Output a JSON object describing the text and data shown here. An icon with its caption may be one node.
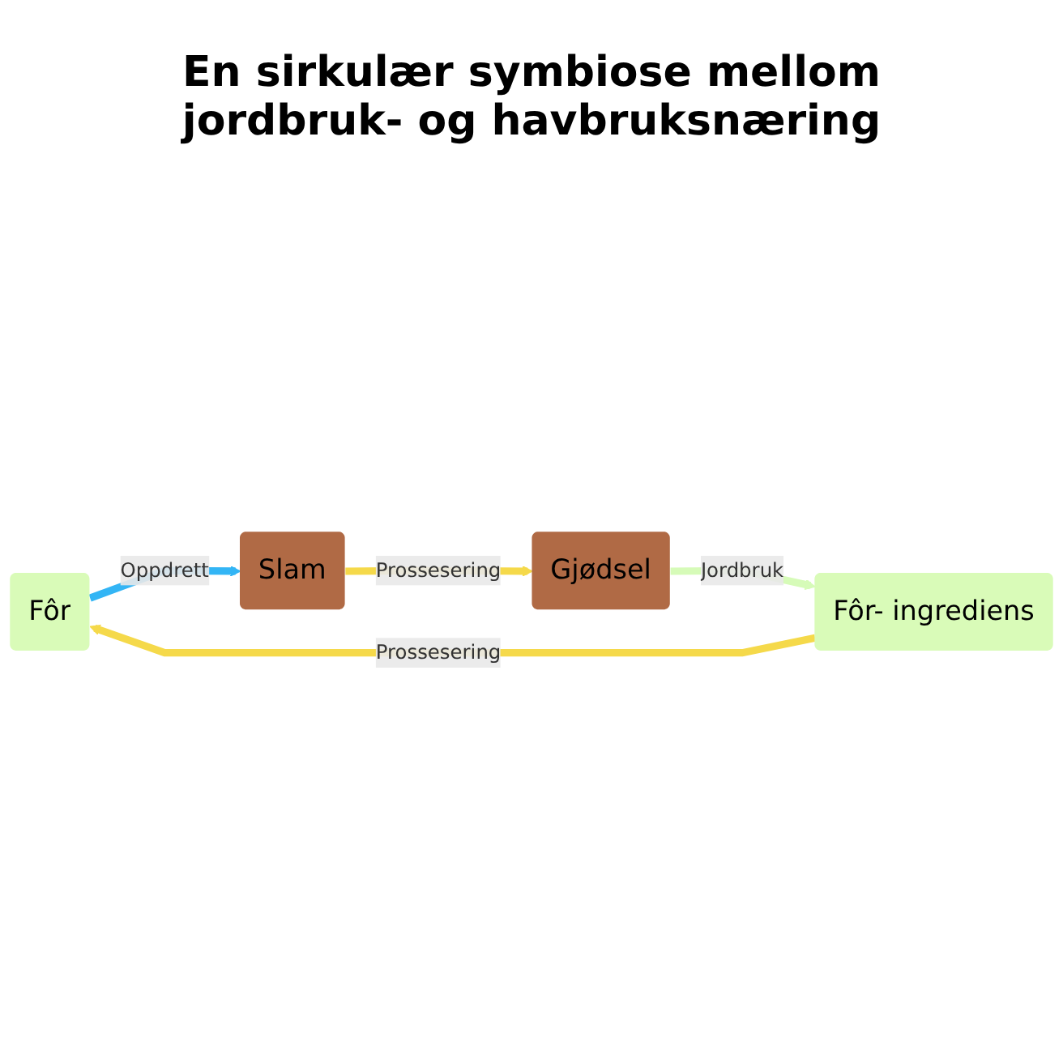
{
  "diagram": {
    "title": "En sirkulær symbiose mellom jordbruk- og havbruksnæring",
    "nodes": [
      {
        "text": [
          "Fôr"
        ]
      },
      {
        "text": [
          "Slam"
        ]
      },
      {
        "text": [
          "Gjødsel"
        ]
      },
      {
        "text": [
          "Fôr- ingrediens"
        ]
      }
    ],
    "edges": [
      {
        "from": 0,
        "to": 1,
        "arrow": "to",
        "label": "Oppdrett",
        "color": "#33b5f5"
      },
      {
        "from": 1,
        "to": 2,
        "arrow": "to",
        "label": "Prossesering"
      },
      {
        "from": 2,
        "to": 3,
        "arrow": "to",
        "label": "Jordbruk",
        "color": "#d6fbb8"
      },
      {
        "from": 3,
        "to": 0,
        "arrow": "to",
        "label": "Prossesering"
      }
    ]
  }
}
